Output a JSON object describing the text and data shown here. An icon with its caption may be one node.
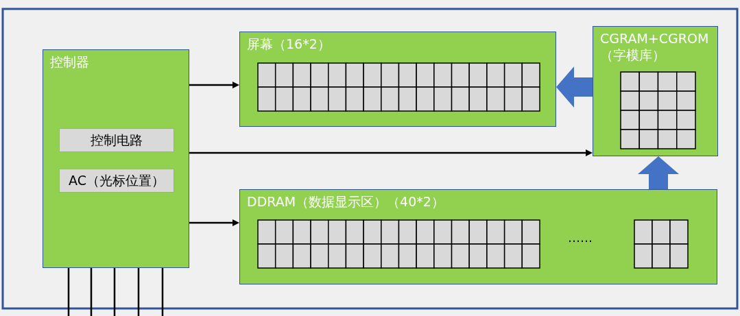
{
  "diagram": {
    "nodes": [
      {
        "text": [
          "控制器"
        ]
      },
      {
        "text": [
          "控制电路"
        ],
        "in": 0
      },
      {
        "text": [
          "AC（光标位置）"
        ],
        "in": 0
      },
      {
        "text": [
          "屏幕（16*2）"
        ]
      },
      {
        "text": [
          "CGRAM+CGROM（字模库）"
        ]
      },
      {
        "text": [
          "DDRAM（数据显示区）（40*2）"
        ]
      }
    ],
    "edges": [
      {
        "from": 0,
        "to": 3,
        "arrow": "to"
      },
      {
        "from": 0,
        "to": 4,
        "arrow": "to"
      },
      {
        "from": 0,
        "to": 5,
        "arrow": "to"
      },
      {
        "from": 4,
        "to": 3,
        "arrow": "to",
        "style": "thick",
        "color": "#4472c4"
      },
      {
        "from": 5,
        "to": 4,
        "arrow": "to",
        "style": "thick",
        "color": "#4472c4"
      },
      {
        "from": 0,
        "to": null,
        "arrow": "none"
      },
      {
        "from": 0,
        "to": null,
        "arrow": "none"
      },
      {
        "from": 0,
        "to": null,
        "arrow": "none"
      },
      {
        "from": 0,
        "to": null,
        "arrow": "none"
      },
      {
        "from": 0,
        "to": null,
        "arrow": "none"
      }
    ],
    "labels": [
      "……"
    ]
  }
}
